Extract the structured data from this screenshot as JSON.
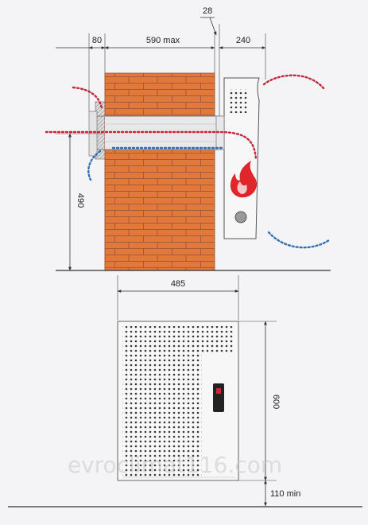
{
  "dimensions": {
    "gap": "28",
    "insulation": "80",
    "wall_max": "590 max",
    "unit_depth": "240",
    "height_to_floor": "490",
    "unit_width": "485",
    "unit_height": "600",
    "floor_clearance": "110 min"
  },
  "watermark": "evroclimat116.com",
  "colors": {
    "brick": "#e2793a",
    "mortar": "#9f5c3f",
    "hot_air": "#c8243a",
    "cold_air": "#2f6fb8",
    "flame": "#e0252b",
    "unit_panel": "#f7f7f7",
    "floor_line": "#333333"
  }
}
